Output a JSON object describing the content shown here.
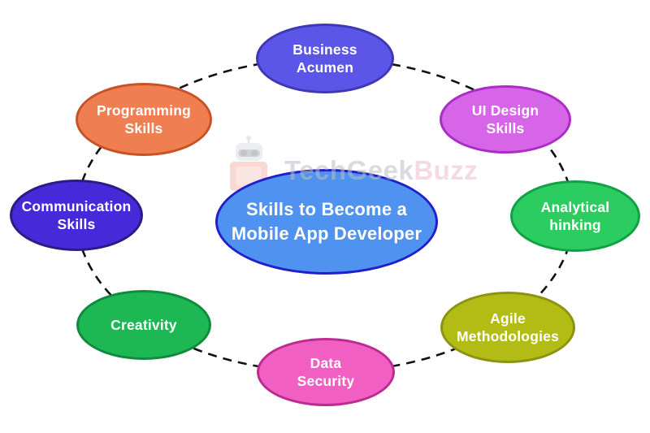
{
  "title": "Skills to Become a Mobile App Developer",
  "central": {
    "line1": "Skills to Become a",
    "line2": "Mobile App Developer",
    "fill": "#4f92ef",
    "border": "#1f1fcc",
    "text_color": "#ffffff"
  },
  "nodes": [
    {
      "id": "business-acumen",
      "line1": "Business",
      "line2": "Acumen",
      "fill": "#5b55e8",
      "border": "#4136b4"
    },
    {
      "id": "ui-design-skills",
      "line1": "UI Design",
      "line2": "Skills",
      "fill": "#d765e8",
      "border": "#ab2cc6"
    },
    {
      "id": "analytical-thinking",
      "line1": "Analytical",
      "line2": "hinking",
      "fill": "#2bcd61",
      "border": "#12a046"
    },
    {
      "id": "agile-methodologies",
      "line1": "Agile",
      "line2": "Methodologies",
      "fill": "#b3bc14",
      "border": "#8a9410"
    },
    {
      "id": "data-security",
      "line1": "Data",
      "line2": "Security",
      "fill": "#f05fc1",
      "border": "#bb2b90"
    },
    {
      "id": "creativity",
      "line1": "Creativity",
      "line2": "",
      "fill": "#1db754",
      "border": "#108a3c"
    },
    {
      "id": "communication-skills",
      "line1": "Communication",
      "line2": "Skills",
      "fill": "#4629d8",
      "border": "#2c1a85"
    },
    {
      "id": "programming-skills",
      "line1": "Programming",
      "line2": "Skills",
      "fill": "#ef7e50",
      "border": "#c85227"
    }
  ],
  "watermark": {
    "text_main": "TechGeek",
    "text_accent": "Buzz"
  },
  "ring_color": "#111111"
}
